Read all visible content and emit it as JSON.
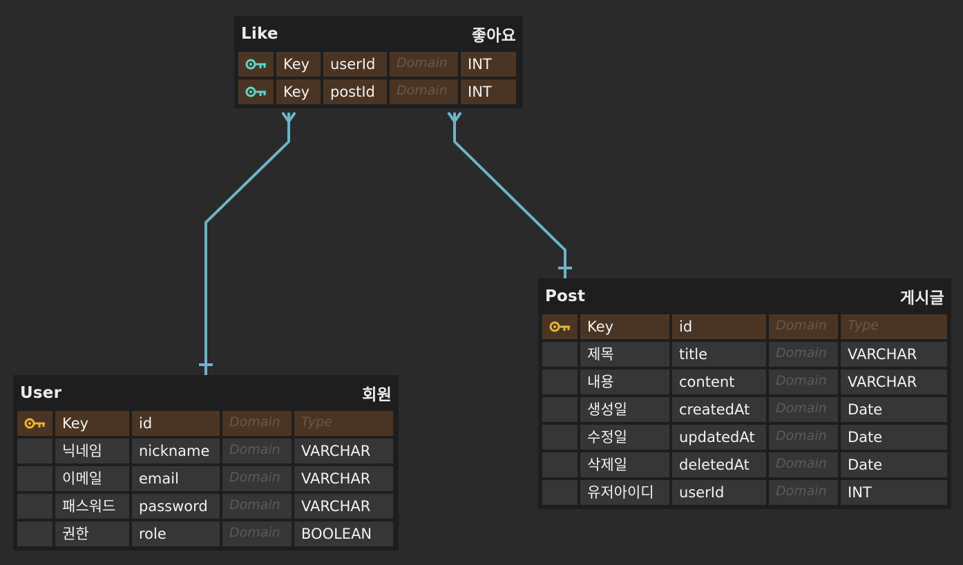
{
  "colors": {
    "background": "#2a2a2a",
    "table_background": "#1e1e1e",
    "cell_background": "#363636",
    "pk_row_background": "#4a3524",
    "connector": "#6fb3c6",
    "pk_key_icon": "#e7b52a",
    "fk_key_icon": "#59d6c8"
  },
  "placeholders": {
    "domain": "Domain",
    "type": "Type"
  },
  "tables": {
    "like": {
      "name": "Like",
      "comment": "좋아요",
      "columns": [
        {
          "key": "Key",
          "name": "userId",
          "domain": "",
          "type": "INT",
          "icon": "fk-key-icon"
        },
        {
          "key": "Key",
          "name": "postId",
          "domain": "",
          "type": "INT",
          "icon": "fk-key-icon"
        }
      ]
    },
    "post": {
      "name": "Post",
      "comment": "게시글",
      "columns": [
        {
          "key": "Key",
          "name": "id",
          "domain": "",
          "type": "",
          "icon": "pk-key-icon"
        },
        {
          "key": "제목",
          "name": "title",
          "domain": "",
          "type": "VARCHAR"
        },
        {
          "key": "내용",
          "name": "content",
          "domain": "",
          "type": "VARCHAR"
        },
        {
          "key": "생성일",
          "name": "createdAt",
          "domain": "",
          "type": "Date"
        },
        {
          "key": "수정일",
          "name": "updatedAt",
          "domain": "",
          "type": "Date"
        },
        {
          "key": "삭제일",
          "name": "deletedAt",
          "domain": "",
          "type": "Date"
        },
        {
          "key": "유저아이디",
          "name": "userId",
          "domain": "",
          "type": "INT"
        }
      ]
    },
    "user": {
      "name": "User",
      "comment": "회원",
      "columns": [
        {
          "key": "Key",
          "name": "id",
          "domain": "",
          "type": "",
          "icon": "pk-key-icon"
        },
        {
          "key": "닉네임",
          "name": "nickname",
          "domain": "",
          "type": "VARCHAR"
        },
        {
          "key": "이메일",
          "name": "email",
          "domain": "",
          "type": "VARCHAR"
        },
        {
          "key": "패스워드",
          "name": "password",
          "domain": "",
          "type": "VARCHAR"
        },
        {
          "key": "권한",
          "name": "role",
          "domain": "",
          "type": "BOOLEAN"
        }
      ]
    }
  },
  "relationships": [
    {
      "from": "user",
      "to": "like",
      "from_end": "one",
      "to_end": "many"
    },
    {
      "from": "post",
      "to": "like",
      "from_end": "one",
      "to_end": "many"
    }
  ]
}
